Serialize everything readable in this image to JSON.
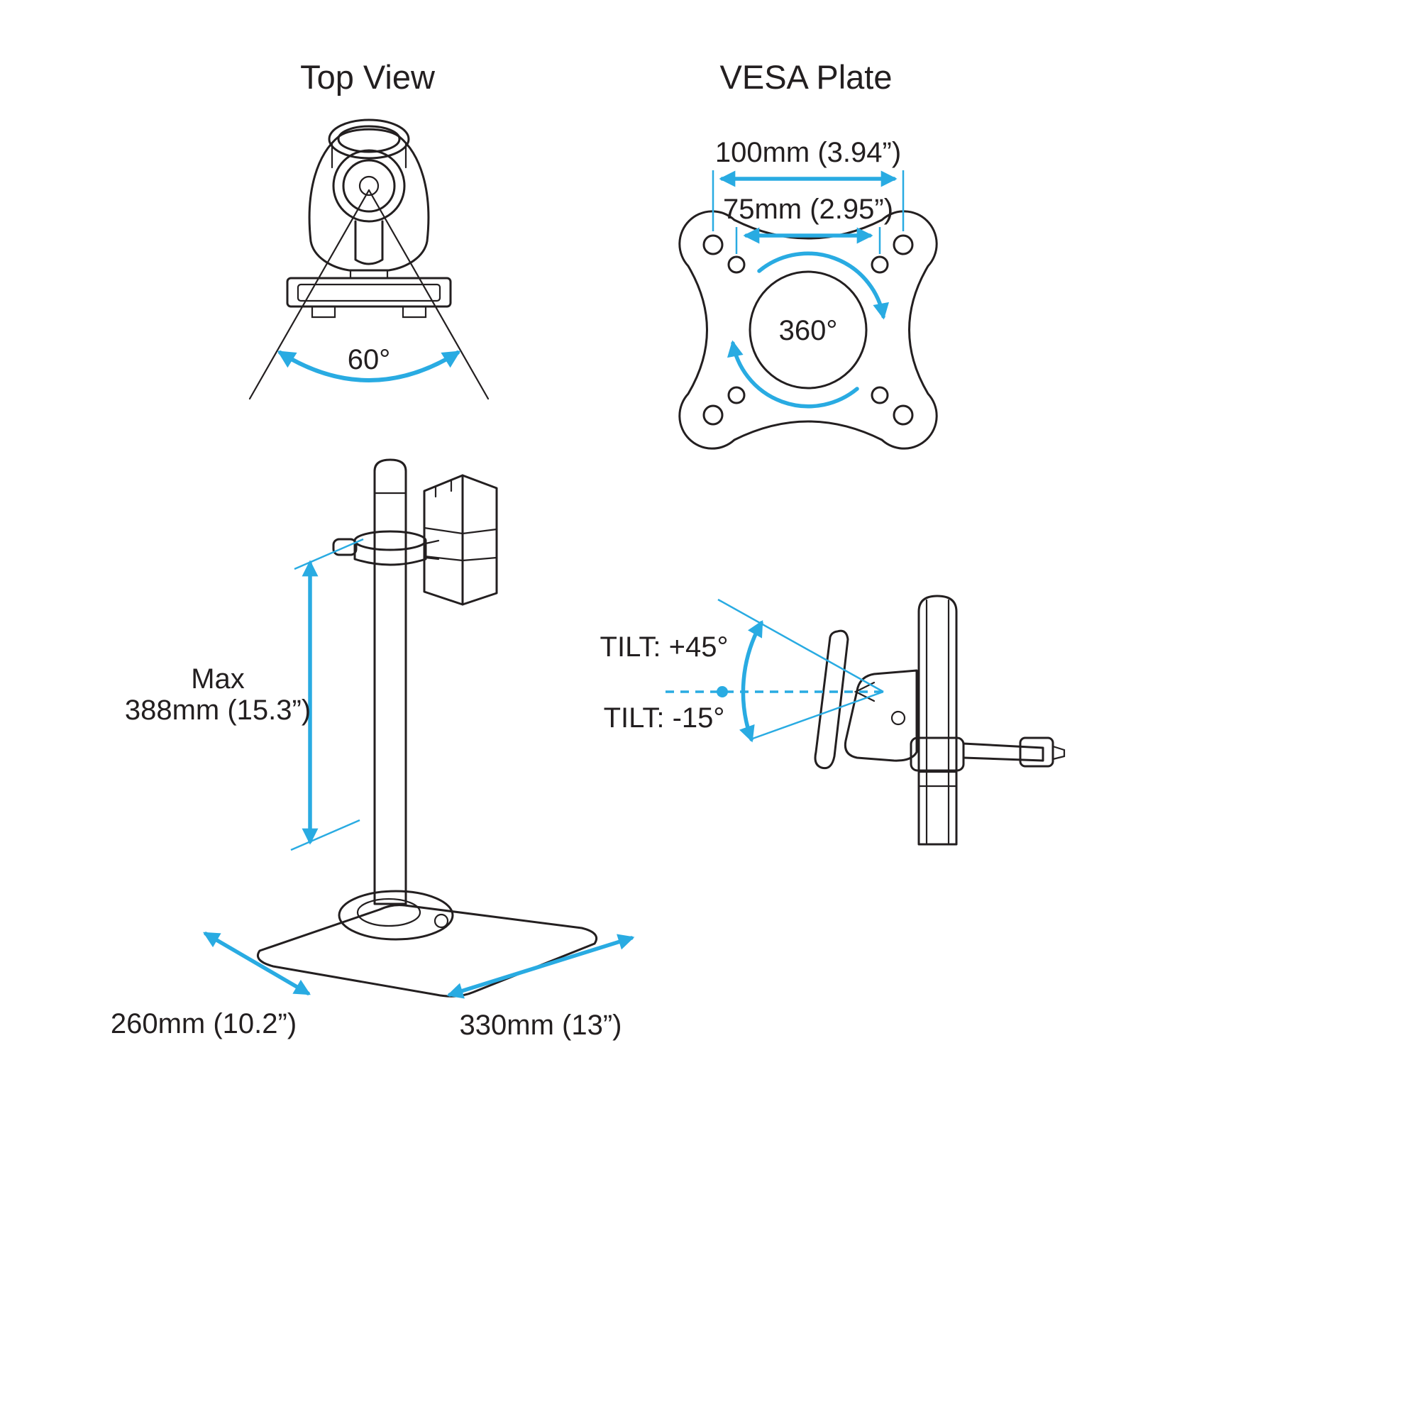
{
  "colors": {
    "accent": "#29ABE2",
    "line": "#231F20",
    "background": "#FFFFFF"
  },
  "top_view": {
    "title": "Top View",
    "swivel_angle": "60°"
  },
  "vesa_plate": {
    "title": "VESA Plate",
    "hole_spacing_outer": "100mm (3.94”)",
    "hole_spacing_inner": "75mm (2.95”)",
    "rotation": "360°"
  },
  "stand": {
    "height_max_label": "Max",
    "height_max_value": "388mm (15.3”)",
    "base_depth": "260mm (10.2”)",
    "base_width": "330mm (13”)"
  },
  "tilt": {
    "up": "TILT: +45°",
    "down": "TILT: -15°"
  }
}
